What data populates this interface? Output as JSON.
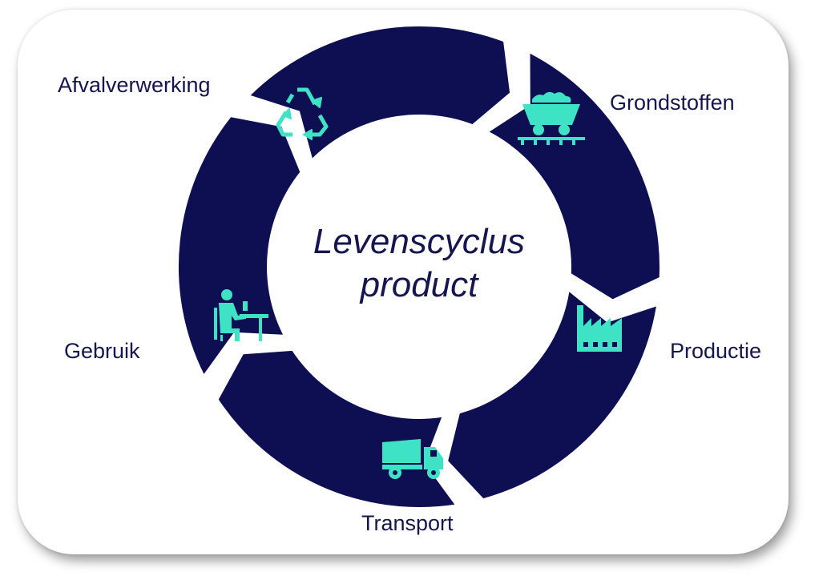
{
  "center": {
    "line1": "Levenscyclus",
    "line2": "product"
  },
  "stages": [
    {
      "label": "Grondstoffen",
      "icon": "mine-cart-icon"
    },
    {
      "label": "Productie",
      "icon": "factory-icon"
    },
    {
      "label": "Transport",
      "icon": "dump-truck-icon"
    },
    {
      "label": "Gebruik",
      "icon": "person-at-desk-icon"
    },
    {
      "label": "Afvalverwerking",
      "icon": "recycle-icon"
    }
  ],
  "colors": {
    "ring": "#0d0f52",
    "icon": "#3ee3c5",
    "text": "#15154f",
    "background": "#ffffff"
  }
}
